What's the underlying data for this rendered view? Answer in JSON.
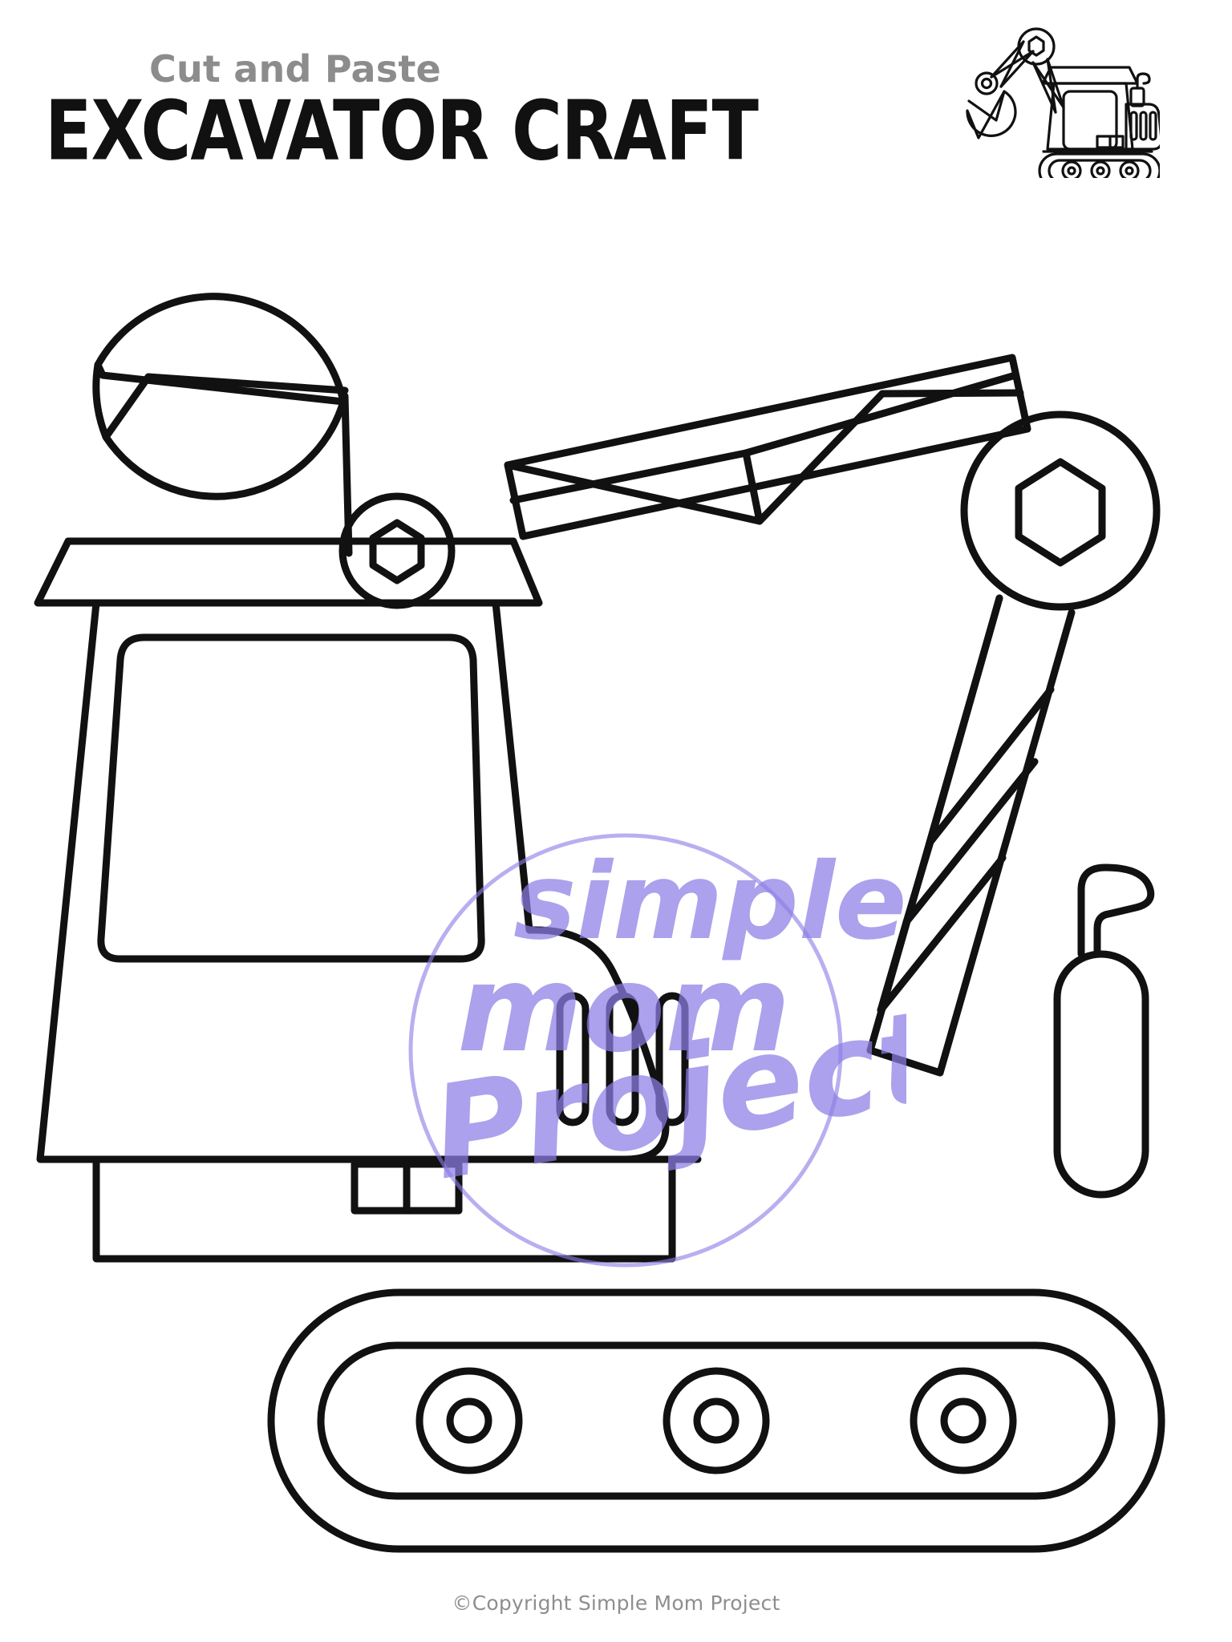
{
  "document": {
    "type": "printable-craft-template",
    "kicker": "Cut and Paste",
    "title": "EXCAVATOR CRAFT",
    "copyright": "©Copyright Simple Mom Project",
    "background_color": "#ffffff",
    "ink_color": "#111111",
    "kicker_color": "#8c8c8c",
    "copyright_color": "#8e8e8e",
    "watermark_color": "#8d7ee6"
  },
  "logo": {
    "name": "mini-excavator-reference-illustration",
    "description": "Line-art excavator shown complete as assembly reference"
  },
  "watermark": {
    "line1": "simple",
    "line2": "mom",
    "line3": "Project",
    "color": "#8d7ee6"
  },
  "pieces": [
    {
      "id": "bucket",
      "label": "Excavator bucket",
      "icon": "bucket-piece",
      "details": [
        "rounded scoop outline",
        "cutting edge line",
        "pivot hub with hexagon"
      ]
    },
    {
      "id": "upper-arm",
      "label": "Upper boom arm",
      "icon": "upper-arm-piece",
      "details": [
        "slanted truss beam",
        "zigzag internal bracing"
      ]
    },
    {
      "id": "pivot-hub",
      "label": "Main pivot hub",
      "icon": "pivot-hub-piece",
      "details": [
        "large circle",
        "inner hexagon"
      ]
    },
    {
      "id": "lower-boom",
      "label": "Lower boom",
      "icon": "lower-boom-piece",
      "details": [
        "long diagonal truss",
        "zigzag internal bracing"
      ]
    },
    {
      "id": "cab",
      "label": "Operator cab and body",
      "icon": "cab-piece",
      "details": [
        "trapezoid roof",
        "rounded window",
        "two-pane headlight",
        "three grille slots",
        "base plate"
      ]
    },
    {
      "id": "exhaust",
      "label": "Exhaust canister",
      "icon": "exhaust-piece",
      "details": [
        "capsule body",
        "hooked pipe"
      ]
    },
    {
      "id": "track",
      "label": "Crawler track",
      "icon": "track-piece",
      "details": [
        "stadium outline",
        "inner stadium",
        "three wheels"
      ]
    }
  ]
}
